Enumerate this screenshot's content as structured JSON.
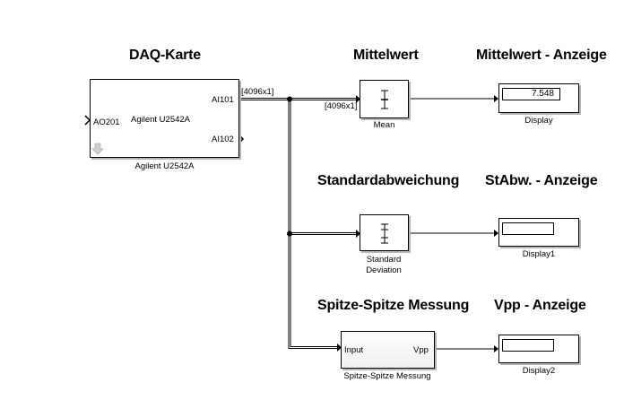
{
  "titles": {
    "daq": "DAQ-Karte",
    "mean": "Mittelwert",
    "mean_display": "Mittelwert - Anzeige",
    "std": "Standardabweichung",
    "std_display": "StAbw. - Anzeige",
    "p2p": "Spitze-Spitze Messung",
    "vpp_display": "Vpp - Anzeige"
  },
  "daq_block": {
    "name": "Agilent U2542A",
    "caption": "Agilent U2542A",
    "in_port": "AO201",
    "out_port_1": "AI101",
    "out_port_2": "AI102"
  },
  "signal_dims": {
    "out": "[4096x1]",
    "mean_in": "[4096x1]"
  },
  "mean_block": {
    "caption": "Mean"
  },
  "std_block": {
    "caption_line1": "Standard",
    "caption_line2": "Deviation"
  },
  "p2p_block": {
    "in_port": "Input",
    "out_port": "Vpp",
    "caption": "Spitze-Spitze Messung"
  },
  "displays": [
    {
      "caption": "Display",
      "value": "7.548"
    },
    {
      "caption": "Display1",
      "value": ""
    },
    {
      "caption": "Display2",
      "value": ""
    }
  ],
  "colors": {
    "shadow": "#b5b5b5",
    "line": "#000000"
  }
}
